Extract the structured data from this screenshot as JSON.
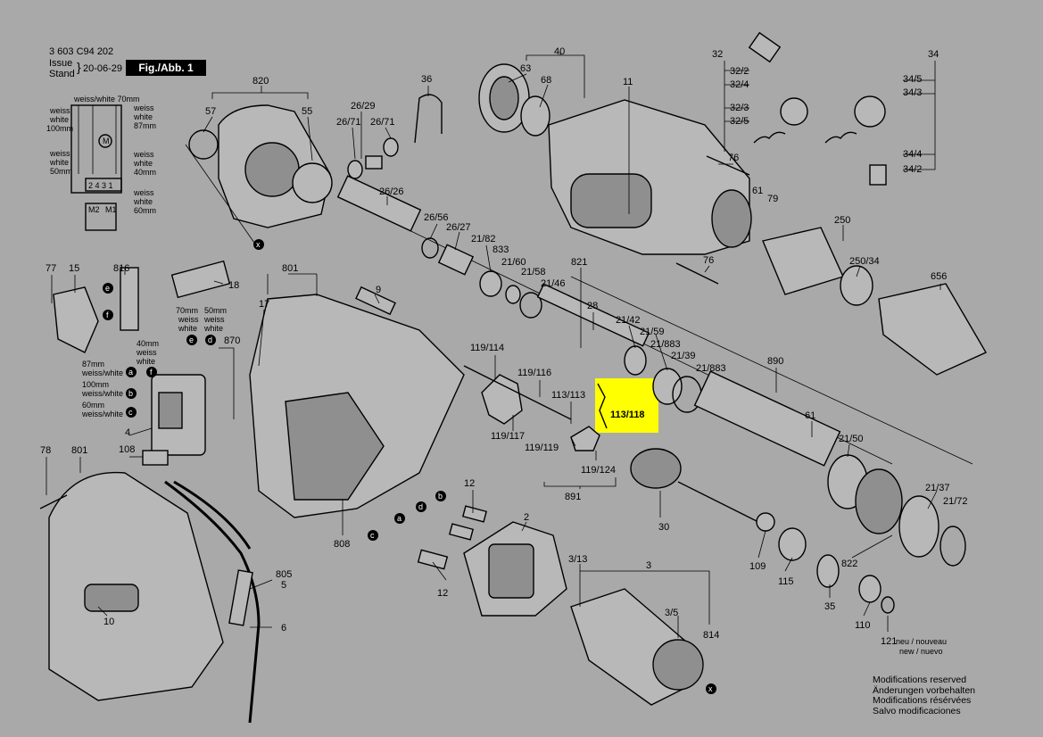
{
  "header": {
    "doc_number": "3 603 C94 202",
    "issue_label": "Issue",
    "stand_label": "Stand",
    "date": "20-06-29",
    "figure": "Fig./Abb. 1"
  },
  "highlight": {
    "label": "113/118",
    "color": "#ffff00"
  },
  "labels": [
    "820",
    "57",
    "55",
    "36",
    "26/29",
    "26/71",
    "26/71",
    "40",
    "63",
    "68",
    "11",
    "32",
    "32/2",
    "32/4",
    "32/3",
    "32/5",
    "34",
    "34/5",
    "34/3",
    "34/4",
    "34/2",
    "76",
    "61",
    "79",
    "250",
    "250/34",
    "656",
    "76",
    "26/26",
    "26/56",
    "26/27",
    "21/82",
    "833",
    "21/60",
    "21/58",
    "21/46",
    "821",
    "28",
    "21/42",
    "21/59",
    "21/883",
    "21/39",
    "21/883",
    "890",
    "61",
    "21/50",
    "21/37",
    "21/72",
    "822",
    "801",
    "9",
    "17",
    "77",
    "15",
    "816",
    "18",
    "870",
    "4",
    "108",
    "78",
    "801",
    "10",
    "805",
    "5",
    "6",
    "808",
    "119/114",
    "119/116",
    "113/113",
    "119/117",
    "119/119",
    "119/124",
    "891",
    "12",
    "12",
    "2",
    "3/13",
    "3",
    "3/5",
    "814",
    "30",
    "109",
    "115",
    "35",
    "110",
    "121"
  ],
  "callouts": [
    "e",
    "f",
    "e",
    "d",
    "a",
    "f",
    "b",
    "c",
    "b",
    "a",
    "d",
    "c"
  ],
  "wiring": {
    "left_labels": [
      "weiss/white 70mm",
      "weiss",
      "white",
      "100mm",
      "weiss",
      "white",
      "50mm"
    ],
    "right_labels": [
      "weiss",
      "white",
      "87mm",
      "weiss",
      "white",
      "40mm",
      "weiss",
      "white",
      "60mm"
    ],
    "terminals": "2 4 3 1",
    "motor_label": "M",
    "m_labels": [
      "M2",
      "M1"
    ]
  },
  "switch_labels": [
    "70mm",
    "weiss",
    "white",
    "50mm",
    "weiss",
    "white",
    "40mm",
    "weiss",
    "white",
    "87mm",
    "weiss/white",
    "100mm",
    "weiss/white",
    "60mm",
    "weiss/white"
  ],
  "new_label": {
    "line1": "neu / nouveau",
    "line2": "new / nuevo"
  },
  "modifications": [
    "Modifications reserved",
    "Änderungen vorbehalten",
    "Modifications résérvées",
    "Salvo modificaciones"
  ]
}
